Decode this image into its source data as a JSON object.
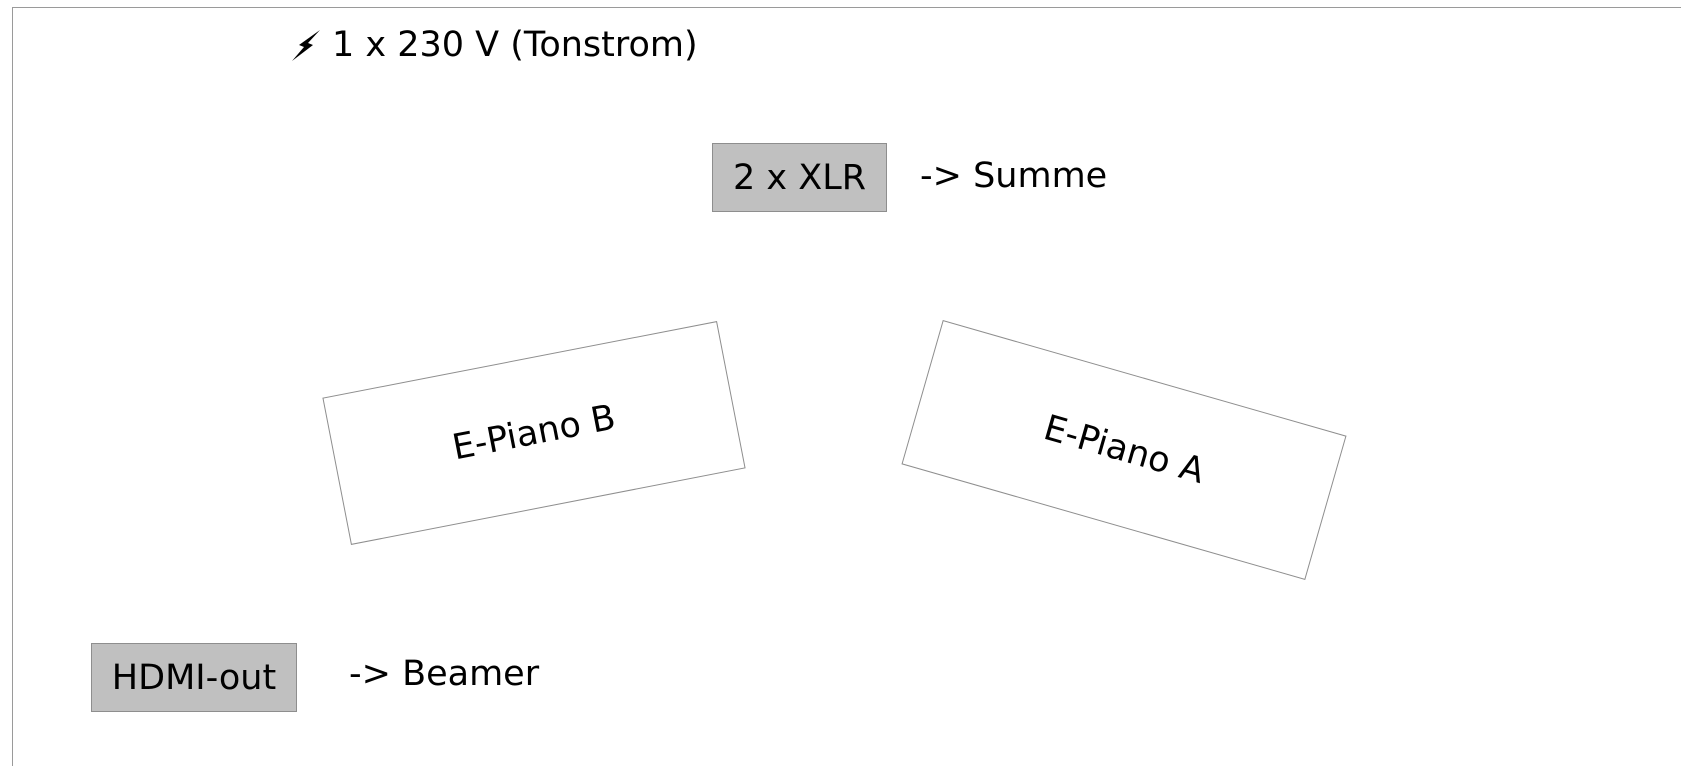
{
  "power": {
    "icon": "lightning-bolt-icon",
    "label": "1 x 230 V (Tonstrom)"
  },
  "audio_output": {
    "box_label": "2 x XLR",
    "arrow_label": "-> Summe"
  },
  "video_output": {
    "box_label": "HDMI-out",
    "arrow_label": "-> Beamer"
  },
  "instruments": {
    "piano_b": "E-Piano B",
    "piano_a": "E-Piano A"
  },
  "colors": {
    "box_fill": "#c0c0c0",
    "outline": "#8e8e8e",
    "background": "#ffffff"
  }
}
